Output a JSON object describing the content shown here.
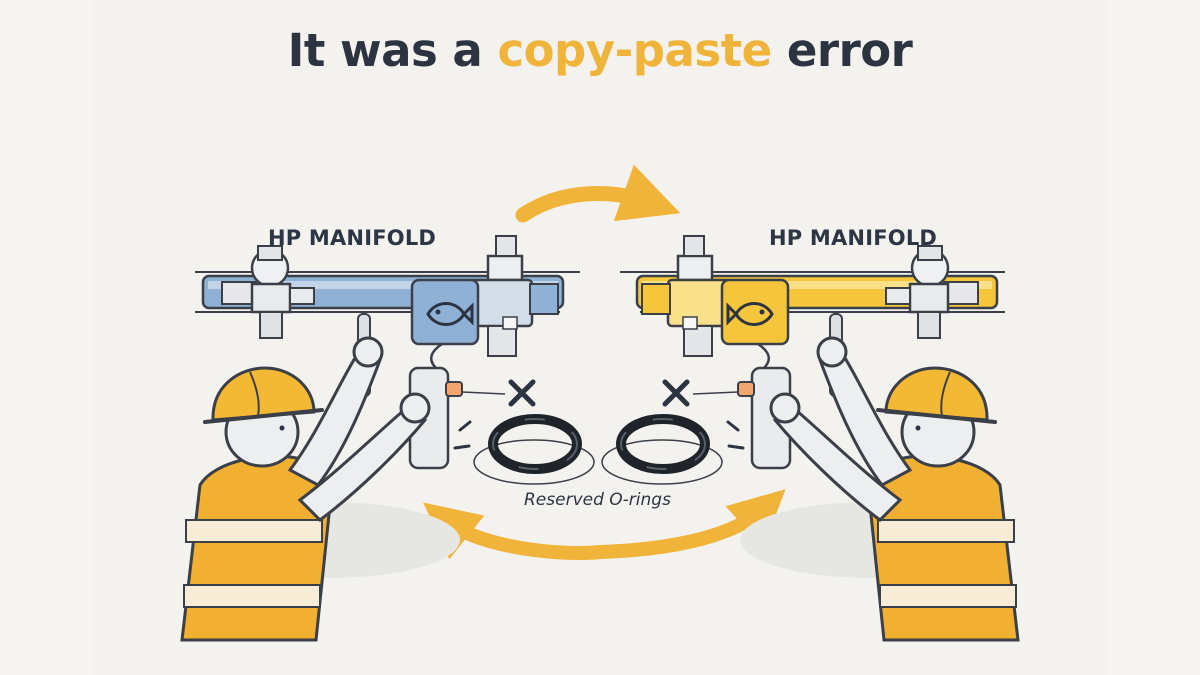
{
  "title": {
    "prefix": "It was a ",
    "highlight": "copy-paste",
    "suffix": " error"
  },
  "left_manifold": {
    "label": "HP MANIFOLD",
    "color": "#8fb1d6"
  },
  "right_manifold": {
    "label": "HP MANIFOLD",
    "color": "#f5c63b"
  },
  "o_rings_caption": "Reserved O-rings",
  "colors": {
    "accent_orange": "#f0b43a",
    "ink": "#2c3441",
    "vest_orange": "#f2b033",
    "helmet_yellow": "#f3b935"
  },
  "icons": [
    "fish-logo-icon",
    "x-mark-icon",
    "o-ring-icon",
    "swap-arrow-icon"
  ]
}
